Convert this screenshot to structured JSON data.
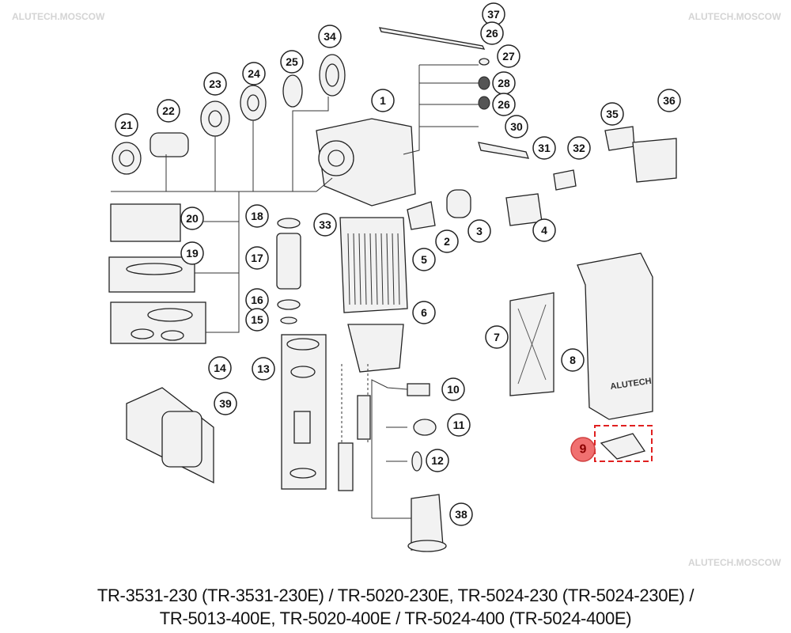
{
  "diagram": {
    "title_lines": [
      "TR-3531-230 (TR-3531-230E) / TR-5020-230E, TR-5024-230 (TR-5024-230E) /",
      "TR-5013-400E, TR-5020-400E / TR-5024-400 (TR-5024-400E)"
    ],
    "callouts": [
      "37",
      "26",
      "27",
      "28",
      "26",
      "30",
      "31",
      "32",
      "36",
      "35",
      "34",
      "25",
      "24",
      "23",
      "22",
      "21",
      "1",
      "20",
      "18",
      "33",
      "2",
      "3",
      "4",
      "19",
      "17",
      "5",
      "16",
      "15",
      "6",
      "14",
      "7",
      "8",
      "13",
      "10",
      "39",
      "11",
      "9",
      "12",
      "38"
    ],
    "highlighted_callout": "9",
    "highlight_color": "#f07070",
    "housing_brand": "ALUTECH",
    "watermark": "ALUTECH.MOSCOW"
  }
}
